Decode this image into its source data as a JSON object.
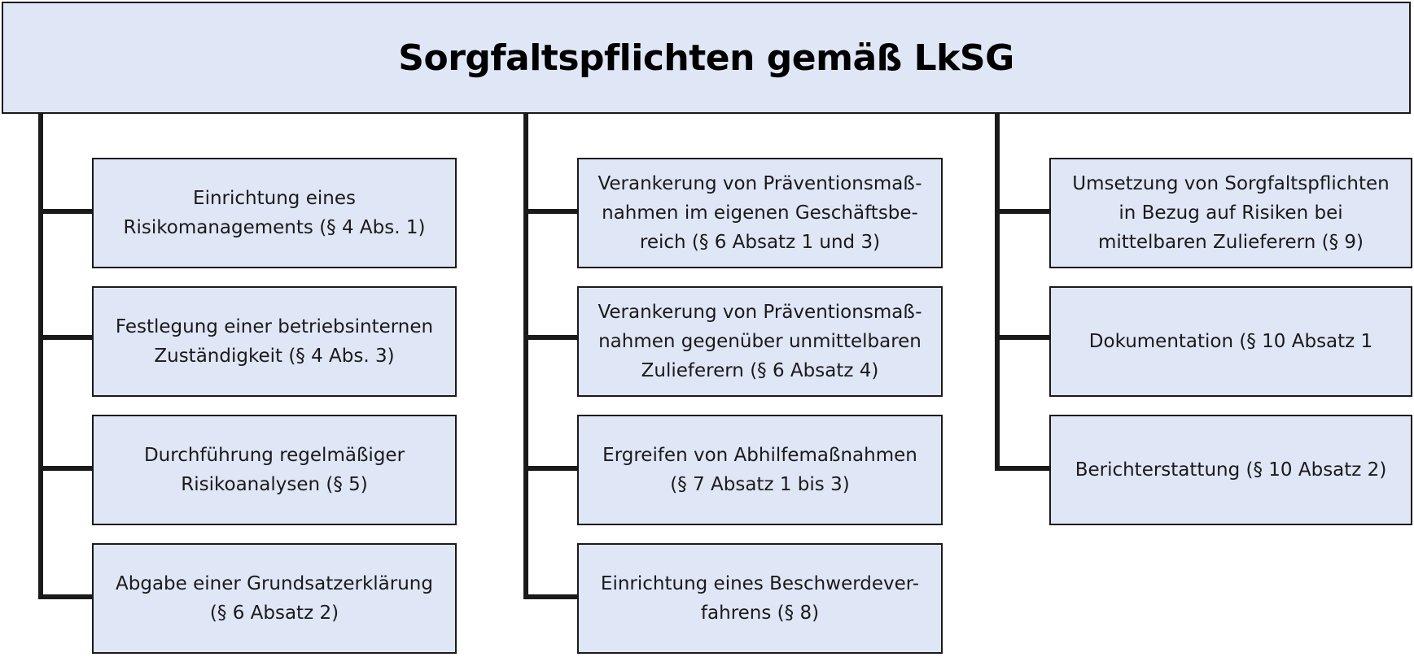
{
  "diagram": {
    "title": "Sorgfaltspflichten gemäß LkSG",
    "columns": [
      {
        "items": [
          "Einrichtung eines\nRisikomanagements (§ 4 Abs. 1)",
          "Festlegung einer betriebsinternen\nZuständigkeit (§ 4 Abs. 3)",
          "Durchführung regelmäßiger\nRisikoanalysen (§ 5)",
          "Abgabe einer Grundsatzerklärung\n(§ 6 Absatz 2)"
        ]
      },
      {
        "items": [
          "Verankerung von Präventionsmaß-\nnahmen im eigenen Geschäftsbe-\nreich (§ 6 Absatz 1 und 3)",
          "Verankerung von Präventionsmaß-\nnahmen gegenüber unmittelbaren\nZulieferern (§ 6 Absatz 4)",
          "Ergreifen von Abhilfemaßnahmen\n(§ 7 Absatz 1 bis 3)",
          "Einrichtung eines Beschwerdever-\nfahrens (§ 8)"
        ]
      },
      {
        "items": [
          "Umsetzung von Sorgfaltspflichten\nin Bezug auf Risiken bei\nmittelbaren Zulieferern (§ 9)",
          "Dokumentation (§ 10 Absatz 1",
          "Berichterstattung (§ 10 Absatz 2)"
        ]
      }
    ],
    "colors": {
      "box_fill": "#dfe6f6",
      "line": "#1a1a1a"
    }
  }
}
